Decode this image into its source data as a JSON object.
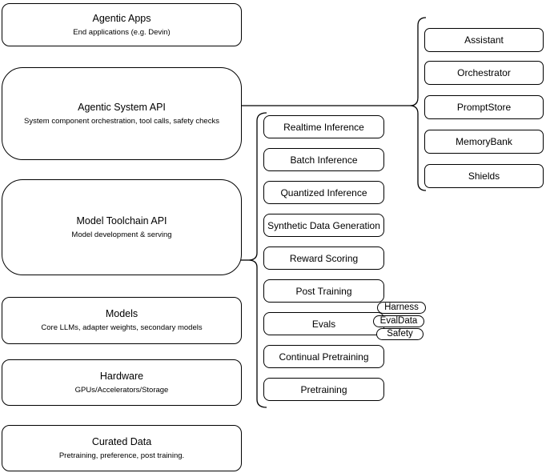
{
  "stack": {
    "layers": [
      {
        "title": "Agentic Apps",
        "subtitle": "End applications (e.g. Devin)"
      },
      {
        "title": "Agentic System API",
        "subtitle": "System component orchestration, tool calls, safety checks"
      },
      {
        "title": "Model Toolchain API",
        "subtitle": "Model development & serving"
      },
      {
        "title": "Models",
        "subtitle": "Core LLMs, adapter weights, secondary models"
      },
      {
        "title": "Hardware",
        "subtitle": "GPUs/Accelerators/Storage"
      },
      {
        "title": "Curated Data",
        "subtitle": "Pretraining, preference, post training."
      }
    ]
  },
  "toolchain": {
    "items": [
      "Realtime Inference",
      "Batch Inference",
      "Quantized Inference",
      "Synthetic Data Generation",
      "Reward Scoring",
      "Post Training",
      "Evals",
      "Continual Pretraining",
      "Pretraining"
    ],
    "evals_tags": [
      "Harness",
      "EvalData",
      "Safety"
    ]
  },
  "system": {
    "components": [
      "Assistant",
      "Orchestrator",
      "PromptStore",
      "MemoryBank",
      "Shields"
    ]
  },
  "colors": {
    "stroke": "#000000",
    "fill": "#ffffff",
    "text": "#000000"
  }
}
